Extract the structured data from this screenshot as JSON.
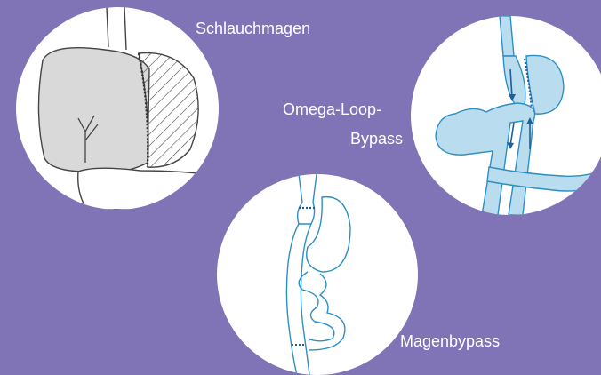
{
  "labels": {
    "sleeve": "Schlauchmagen",
    "omega_line1": "Omega-Loop-",
    "omega_line2": "Bypass",
    "gastric_bypass": "Magenbypass"
  },
  "colors": {
    "background": "#8074b6",
    "circle": "#ffffff",
    "sleeve_outline": "#444444",
    "sleeve_fill": "#d9d9d9",
    "bypass_fill": "#b9dcee",
    "bypass_outline": "#2c8fc2",
    "bypass_dark": "#1f5f9a"
  }
}
